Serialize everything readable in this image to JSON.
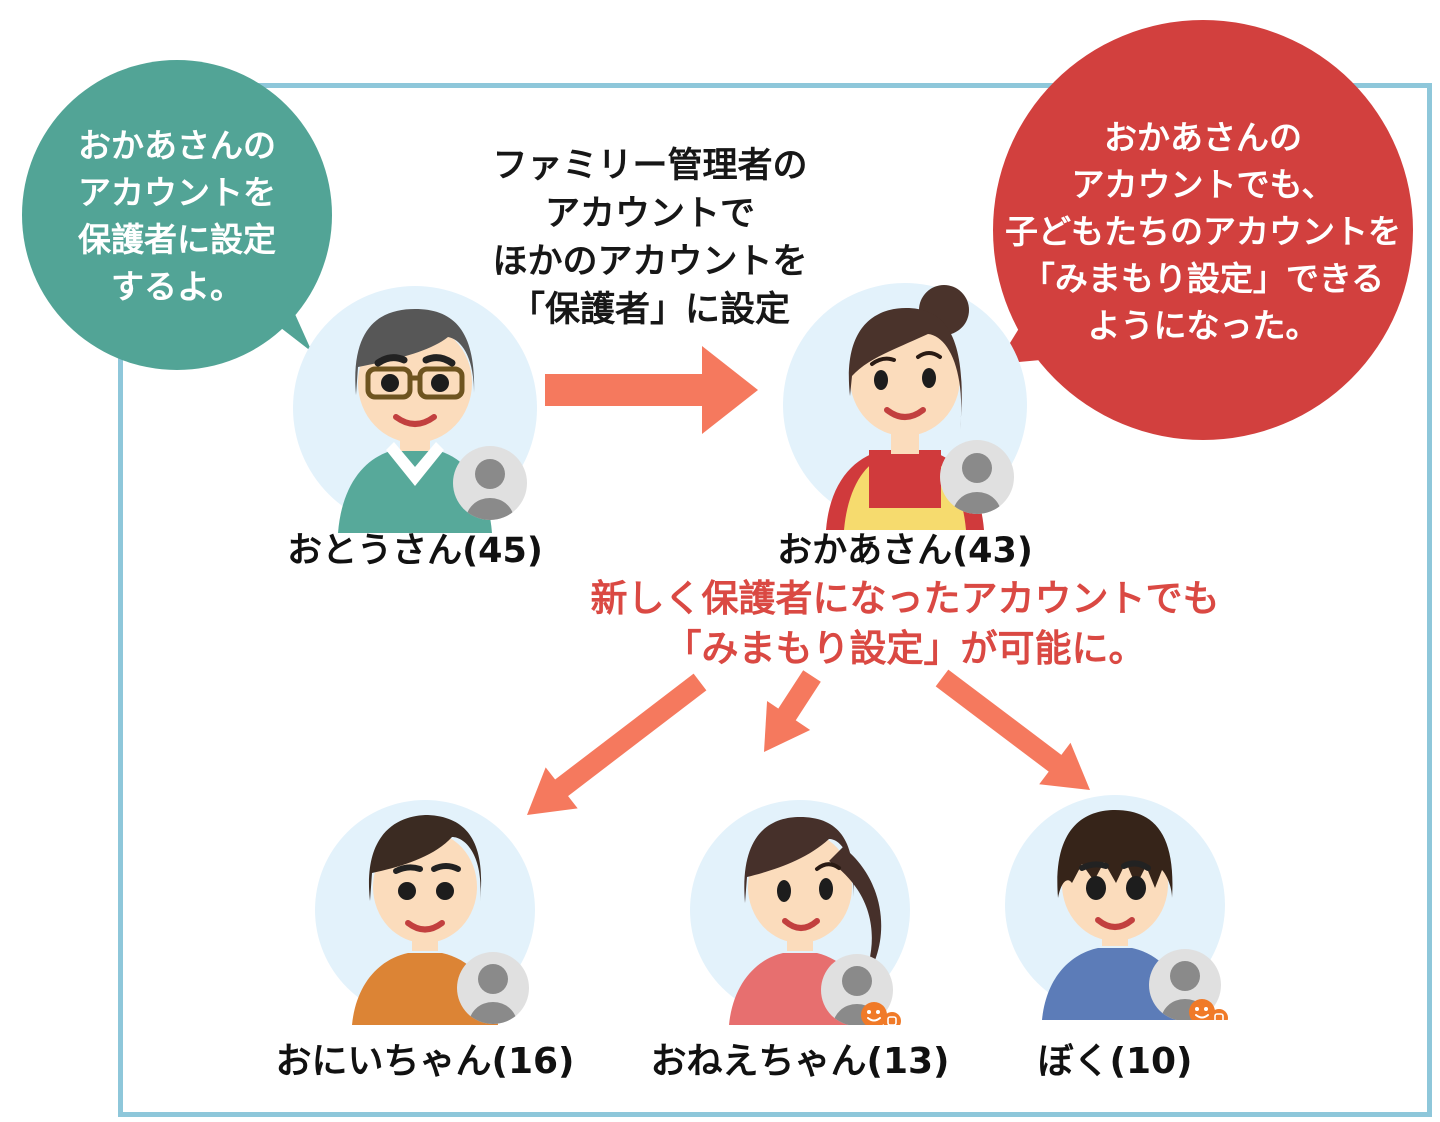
{
  "diagram": {
    "father_speech": {
      "lines": [
        "おかあさんの",
        "アカウントを",
        "保護者に設定",
        "するよ。"
      ]
    },
    "manager_note": {
      "lines": [
        "ファミリー管理者の",
        "アカウントで",
        "ほかのアカウントを",
        "「保護者」に設定"
      ]
    },
    "mother_speech": {
      "lines": [
        "おかあさんの",
        "アカウントでも、",
        "子どもたちのアカウントを",
        "「みまもり設定」できる",
        "ようになった。"
      ]
    },
    "guardian_note": {
      "lines": [
        "新しく保護者になったアカウントでも",
        "「みまもり設定」が可能に。"
      ]
    },
    "people": {
      "father": {
        "label": "おとうさん(45)"
      },
      "mother": {
        "label": "おかあさん(43)"
      },
      "brother": {
        "label": "おにいちゃん(16)"
      },
      "sister": {
        "label": "おねえちゃん(13)"
      },
      "boy": {
        "label": "ぼく(10)"
      }
    },
    "icons": {
      "account_icon": "account-silhouette-icon",
      "mimamori_badge": "mimamori-app-badge-icon",
      "arrow": "arrow-icon"
    },
    "colors": {
      "frame_border": "#8EC7DA",
      "teal_bubble": "#52A496",
      "red_bubble": "#D2403E",
      "red_note_text": "#DA4943",
      "arrow_salmon": "#F5795E",
      "avatar_bg": "#E3F2FB",
      "skin": "#FBDCBC",
      "father_sweater": "#57A99A",
      "mother_apron": "#F6DB6E",
      "mother_red": "#D03A3C",
      "brother_shirt": "#DC8435",
      "sister_shirt": "#E76F6F",
      "boy_shirt": "#5C7CB8",
      "badge_gray": "#E0E0E0",
      "badge_person": "#8A8A8A",
      "mimamori_orange": "#F07A28"
    }
  }
}
